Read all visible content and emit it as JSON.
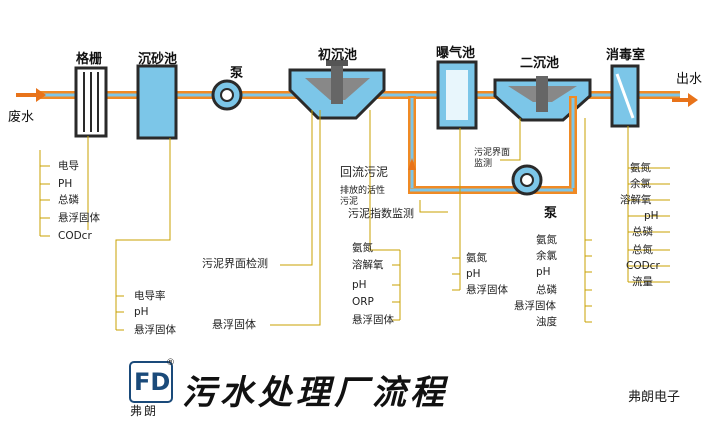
{
  "units": {
    "grille": "格栅",
    "grit_chamber": "沉砂池",
    "pump1": "泵",
    "primary_clarifier": "初沉池",
    "aeration_tank": "曝气池",
    "secondary_clarifier": "二沉池",
    "disinfection_room": "消毒室",
    "pump2": "泵"
  },
  "flow": {
    "inlet": "废水",
    "outlet": "出水",
    "return_sludge": "回流污泥",
    "waste_sludge": "排放的活性污泥",
    "sludge_interface_monitor_top": "污泥界面监测",
    "sludge_index_monitor": "污泥指数监测",
    "sludge_interface_detection": "污泥界面检测",
    "ss_label": "悬浮固体"
  },
  "params": {
    "inlet": [
      "电导",
      "PH",
      "总磷",
      "悬浮固体",
      "CODcr"
    ],
    "pump1": [
      "电导率",
      "pH",
      "悬浮固体"
    ],
    "primary": [
      "氨氮",
      "溶解氧",
      "pH",
      "ORP",
      "悬浮固体"
    ],
    "aeration": [
      "氨氮",
      "pH",
      "悬浮固体"
    ],
    "secondary": [
      "氨氮",
      "余氯",
      "pH",
      "总磷",
      "悬浮固体",
      "浊度"
    ],
    "outlet": [
      "氨氮",
      "余氯",
      "溶解氧",
      "pH",
      "总磷",
      "总氮",
      "CODcr",
      "流量"
    ]
  },
  "footer": {
    "title": "污水处理厂流程",
    "logo_glyph": "FD",
    "logo_reg": "®",
    "logo_text": "弗朗",
    "watermark": "弗朗电子"
  },
  "colors": {
    "pipe": "#f08a24",
    "water": "#7cc6e8",
    "border": "#2a2a2a",
    "accent": "#e8731a"
  }
}
